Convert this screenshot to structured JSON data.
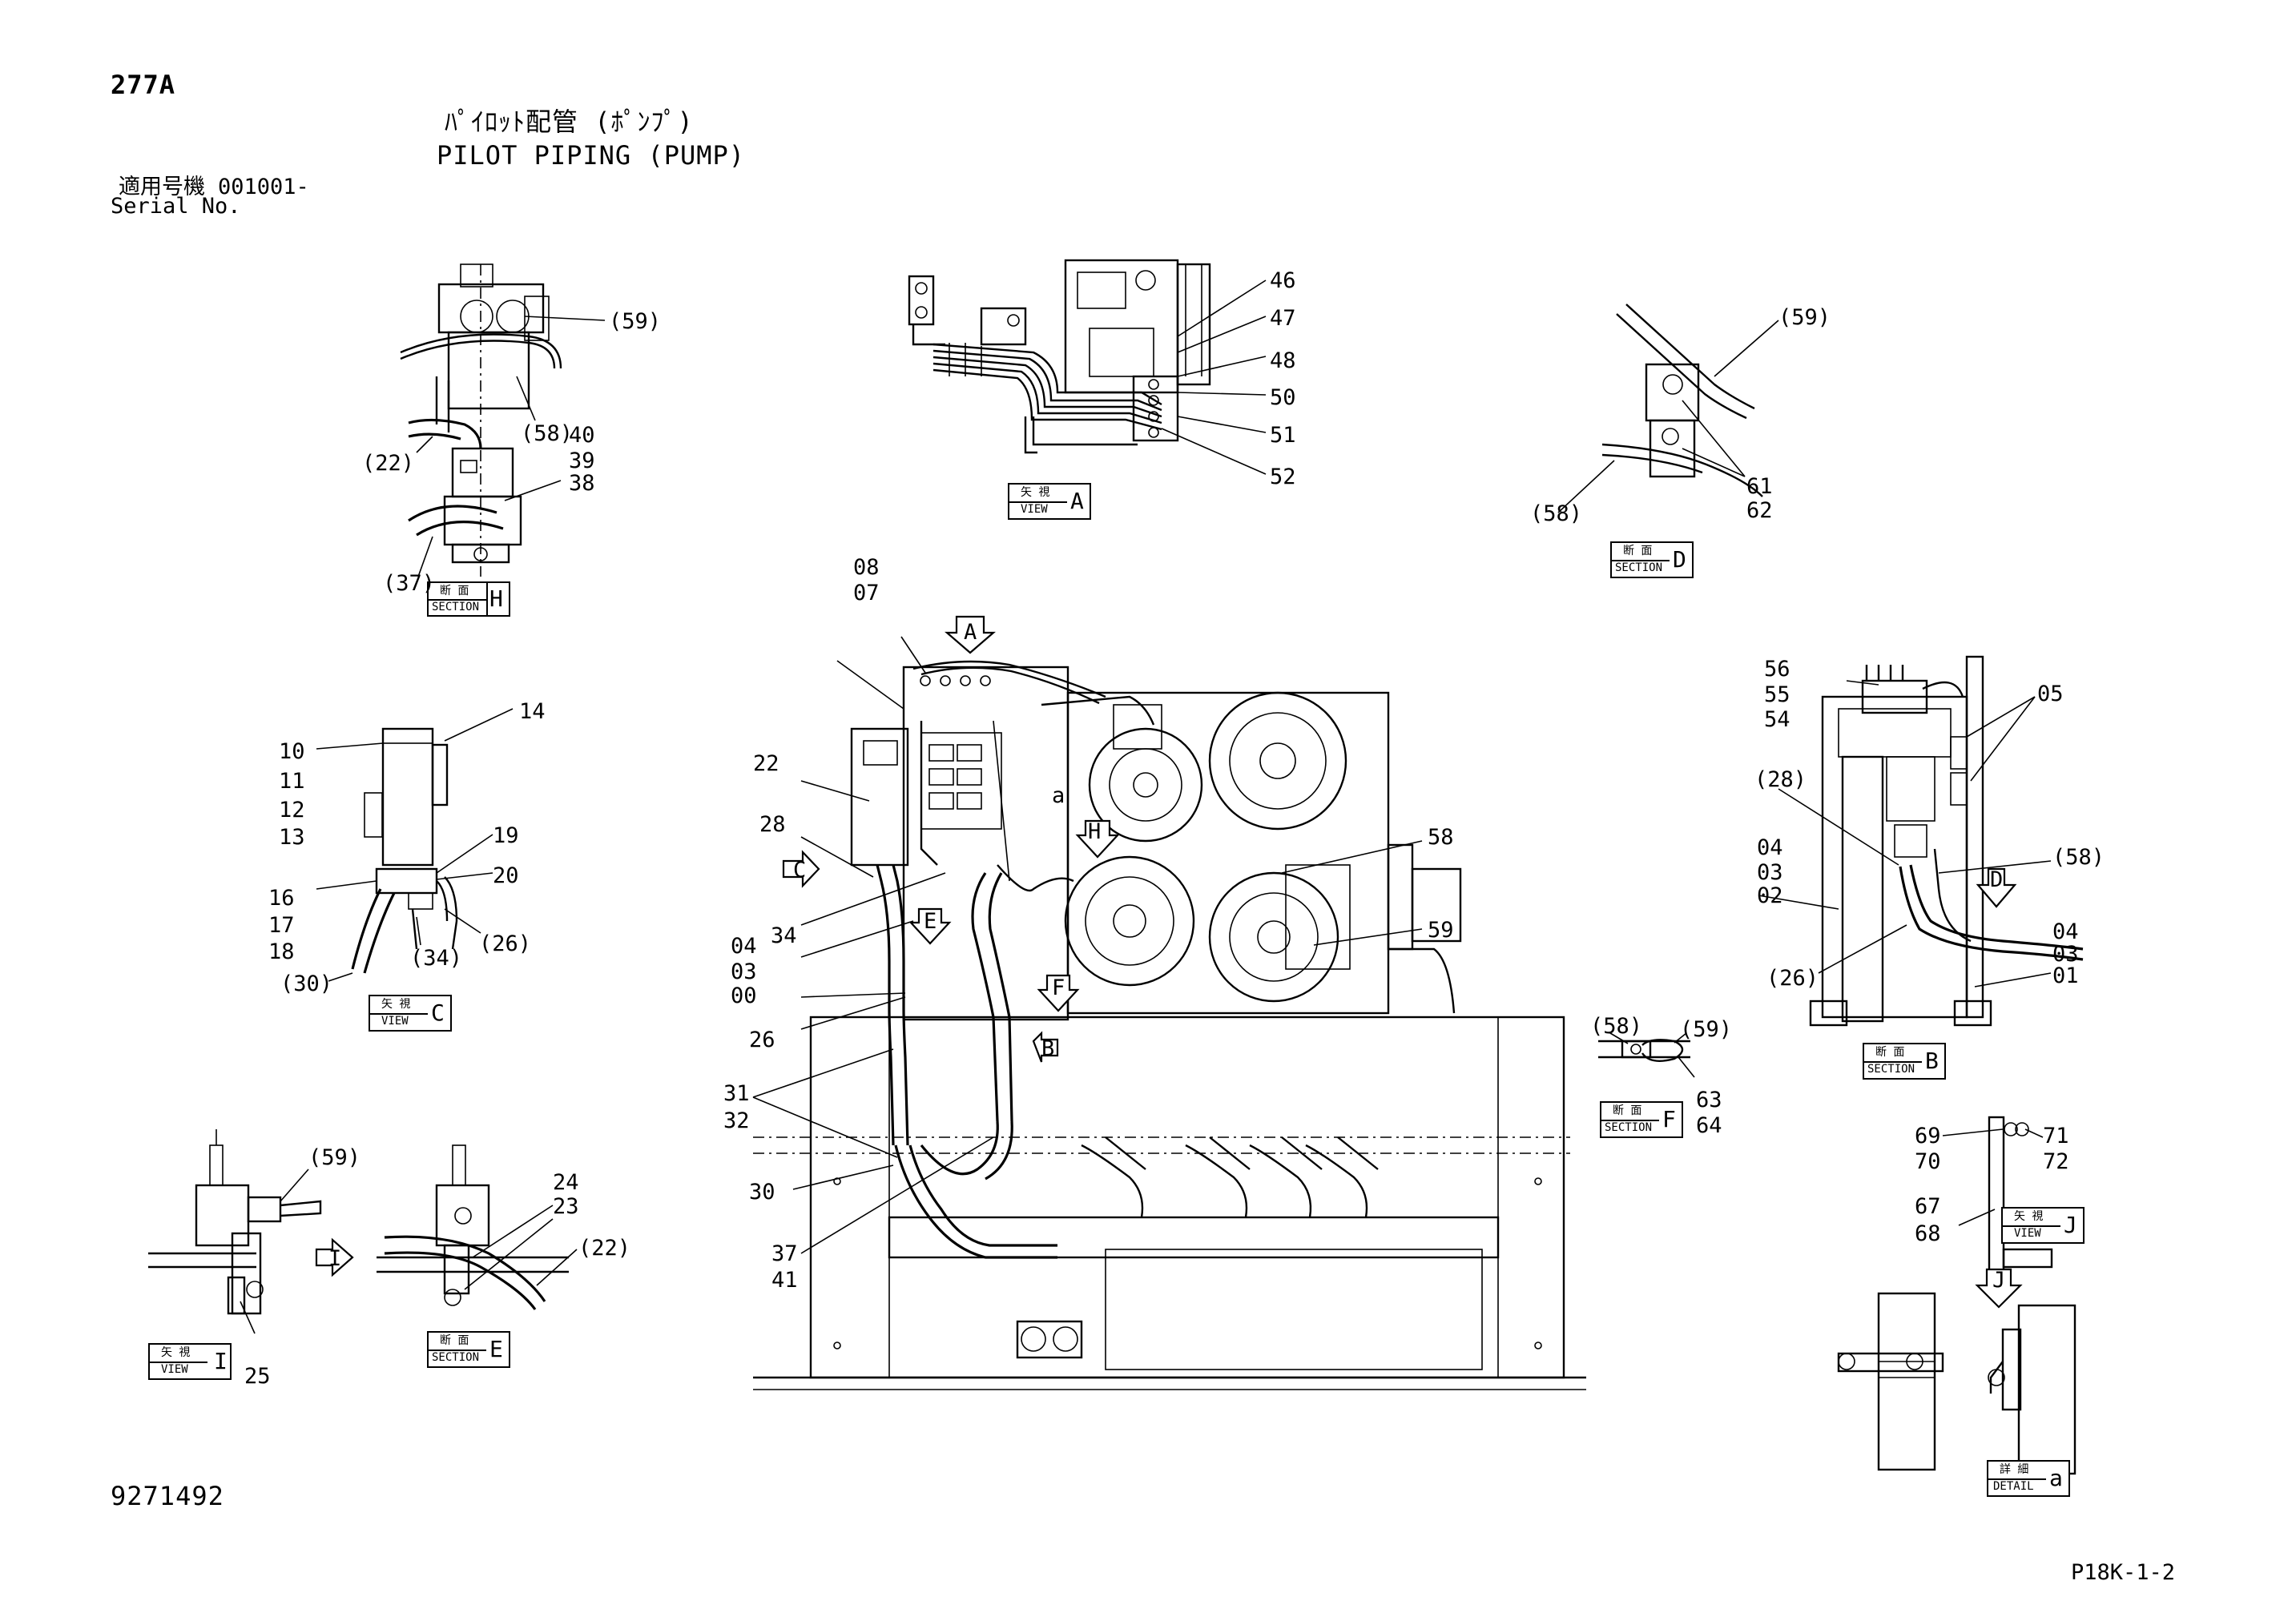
{
  "header": {
    "code": "277A",
    "title_jp": "ﾊﾟｲﾛｯﾄ配管 (ﾎﾟﾝﾌﾟ)",
    "title_en": "PILOT PIPING (PUMP)",
    "serial_label_jp": "適用号機",
    "serial_value": "001001-",
    "serial_label_en": "Serial No."
  },
  "footer": {
    "drawing_no": "9271492",
    "page_ref": "P18K-1-2"
  },
  "view_labels": {
    "section_h": {
      "jp": "断 面",
      "en": "SECTION",
      "letter": "H"
    },
    "view_a": {
      "jp": "矢 視",
      "en": "VIEW",
      "letter": "A"
    },
    "section_d": {
      "jp": "断 面",
      "en": "SECTION",
      "letter": "D"
    },
    "view_c": {
      "jp": "矢 視",
      "en": "VIEW",
      "letter": "C"
    },
    "section_b": {
      "jp": "断 面",
      "en": "SECTION",
      "letter": "B"
    },
    "section_f": {
      "jp": "断 面",
      "en": "SECTION",
      "letter": "F"
    },
    "view_i": {
      "jp": "矢 視",
      "en": "VIEW",
      "letter": "I"
    },
    "section_e": {
      "jp": "断 面",
      "en": "SECTION",
      "letter": "E"
    },
    "view_j": {
      "jp": "矢 視",
      "en": "VIEW",
      "letter": "J"
    },
    "detail_a": {
      "jp": "詳 細",
      "en": "DETAIL",
      "letter": "a"
    }
  },
  "view_arrows": {
    "a": "A",
    "b": "B",
    "c": "C",
    "d": "D",
    "e": "E",
    "f": "F",
    "h": "H",
    "i": "I",
    "j": "J",
    "a_detail": "a"
  },
  "callouts": {
    "h_59": "(59)",
    "h_58": "(58)",
    "h_22": "(22)",
    "h_40": "40",
    "h_39": "39",
    "h_38": "38",
    "h_37": "(37)",
    "a_46": "46",
    "a_47": "47",
    "a_48": "48",
    "a_50": "50",
    "a_51": "51",
    "a_52": "52",
    "d_59": "(59)",
    "d_61": "61",
    "d_62": "62",
    "d_58": "(58)",
    "c_14": "14",
    "c_10": "10",
    "c_11": "11",
    "c_12": "12",
    "c_13": "13",
    "c_19": "19",
    "c_20": "20",
    "c_16": "16",
    "c_17": "17",
    "c_18": "18",
    "c_26": "(26)",
    "c_34": "(34)",
    "c_30": "(30)",
    "m_08": "08",
    "m_07": "07",
    "m_22": "22",
    "m_28": "28",
    "m_34": "34",
    "m_04": "04",
    "m_03": "03",
    "m_00": "00",
    "m_26": "26",
    "m_31": "31",
    "m_32": "32",
    "m_30": "30",
    "m_37": "37",
    "m_41": "41",
    "m_58": "58",
    "m_59": "59",
    "b_56": "56",
    "b_55": "55",
    "b_54": "54",
    "b_05": "05",
    "b_28": "(28)",
    "b_04": "04",
    "b_03": "03",
    "b_02": "02",
    "b_58": "(58)",
    "b_04r": "04",
    "b_03r": "03",
    "b_01": "01",
    "b_26": "(26)",
    "f_58": "(58)",
    "f_59": "(59)",
    "f_63": "63",
    "f_64": "64",
    "j_69": "69",
    "j_70": "70",
    "j_71": "71",
    "j_72": "72",
    "j_67": "67",
    "j_68": "68",
    "i_59": "(59)",
    "i_25": "25",
    "e_24": "24",
    "e_23": "23",
    "e_22": "(22)"
  }
}
